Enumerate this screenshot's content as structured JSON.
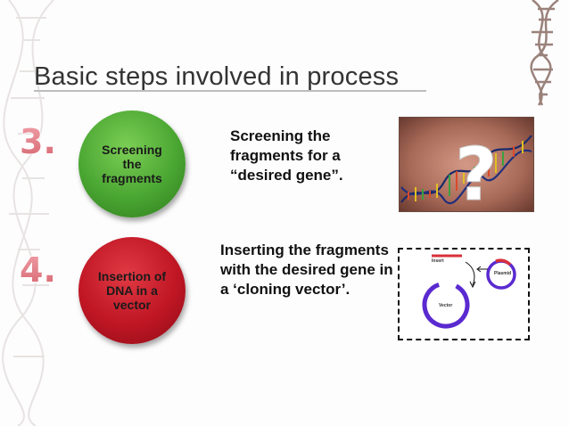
{
  "slide": {
    "title": "Basic steps involved in process",
    "steps": [
      {
        "number": "3.",
        "circle_label": "Screening the fragments",
        "circle_color": "#4aa632",
        "description": "Screening the fragments for a “desired gene”.",
        "image_icon": "dna-question-icon"
      },
      {
        "number": "4.",
        "circle_label": "Insertion of DNA in a vector",
        "circle_color": "#c01624",
        "description": "Inserting the fragments with the desired gene in a ‘cloning vector’.",
        "image_icon": "plasmid-vector-icon"
      }
    ],
    "vector_diagram": {
      "insert_label": "Insert",
      "plasmid_label": "Plasmid",
      "vector_label": "Vector"
    }
  }
}
